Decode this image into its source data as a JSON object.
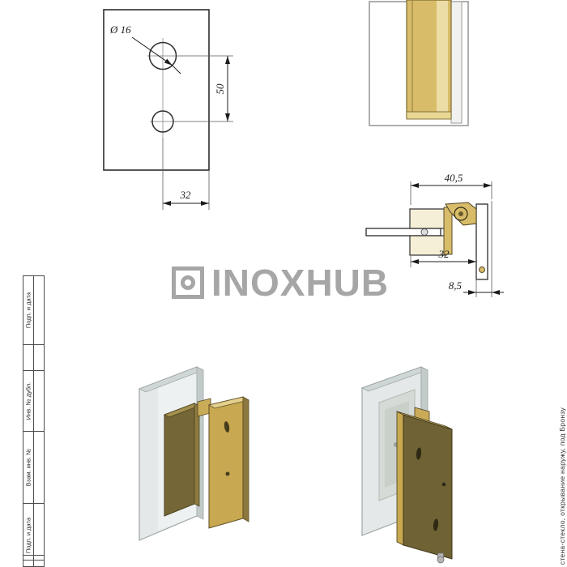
{
  "document": {
    "watermark": {
      "logo_icon": "inoxhub-square-circle-logo",
      "text": "INOXHUB"
    },
    "side_note": {
      "text": "стена-стекло, открывание наружу, под Бронзу"
    }
  },
  "margin": {
    "items": [
      "Подп. и дата",
      "Инв. № дубл.",
      "Взам. инв. №",
      "Подп. и дата"
    ]
  },
  "views": {
    "front": {
      "title": "front-view-of-glass-plate",
      "dims": {
        "diameter": "Ø 16",
        "vertical": "50",
        "horizontal": "32"
      }
    },
    "side": {
      "title": "side-view-hinge-on-wall"
    },
    "plan": {
      "title": "top-view-hinge-section",
      "dims": {
        "overall": "40,5",
        "inner": "32",
        "offset": "8,5"
      }
    },
    "iso_left": {
      "title": "isometric-view-hinge-open"
    },
    "iso_right": {
      "title": "isometric-view-hinge-back"
    }
  },
  "colors": {
    "brass": "#c8a850",
    "brass_light": "#e4d08d",
    "brass_dark": "#756637",
    "glass": "#e4e8e8",
    "drawing_line": "#2d2d2d",
    "watermark_gray": "#979797"
  }
}
